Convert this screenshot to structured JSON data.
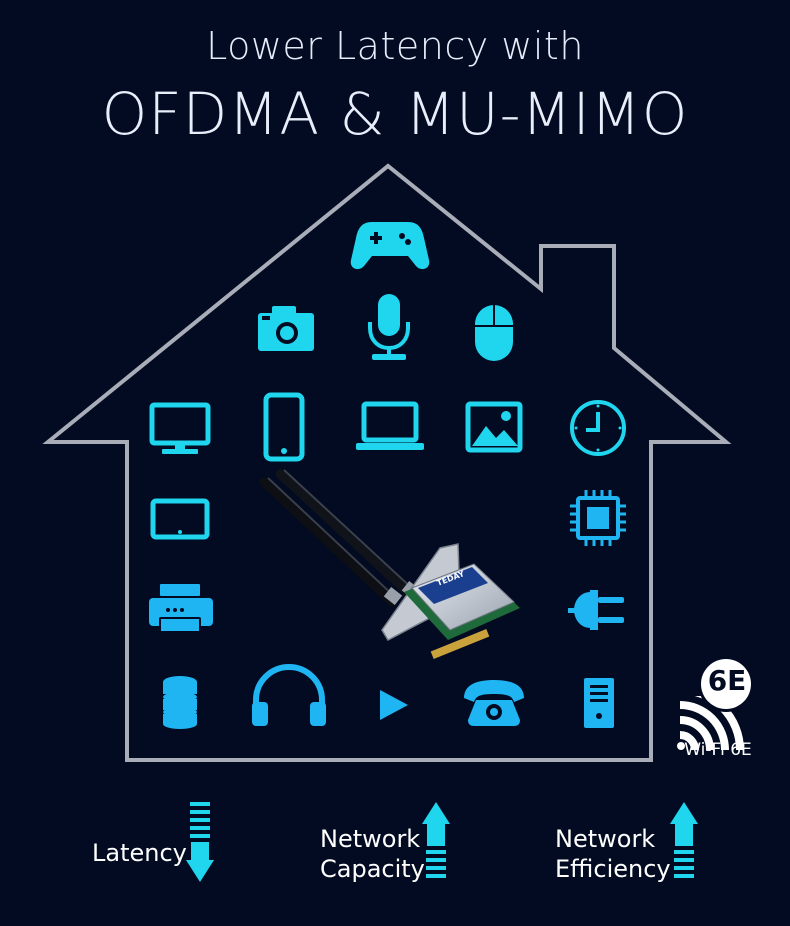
{
  "title": {
    "line1": "Lower Latency with",
    "line2": "OFDMA & MU-MIMO"
  },
  "icons": [
    "gamepad-icon",
    "camera-icon",
    "microphone-icon",
    "mouse-icon",
    "monitor-icon",
    "smartphone-icon",
    "laptop-icon",
    "image-icon",
    "clock-icon",
    "tablet-icon",
    "cpu-chip-icon",
    "printer-icon",
    "power-plug-icon",
    "database-icon",
    "headphones-icon",
    "play-icon",
    "telephone-icon",
    "pc-tower-icon"
  ],
  "product": {
    "brand": "TEDAY"
  },
  "badge": {
    "code": "6E",
    "label": "Wi-Fi 6E"
  },
  "metrics": [
    {
      "label": "Latency",
      "direction": "down"
    },
    {
      "label": "Network\nCapacity",
      "direction": "up"
    },
    {
      "label": "Network\nEfficiency",
      "direction": "up"
    }
  ],
  "colors": {
    "background": "#020b22",
    "accent": "#19d4ee",
    "accent_dark": "#1fb4f2",
    "house_outline": "#a9adb8"
  }
}
